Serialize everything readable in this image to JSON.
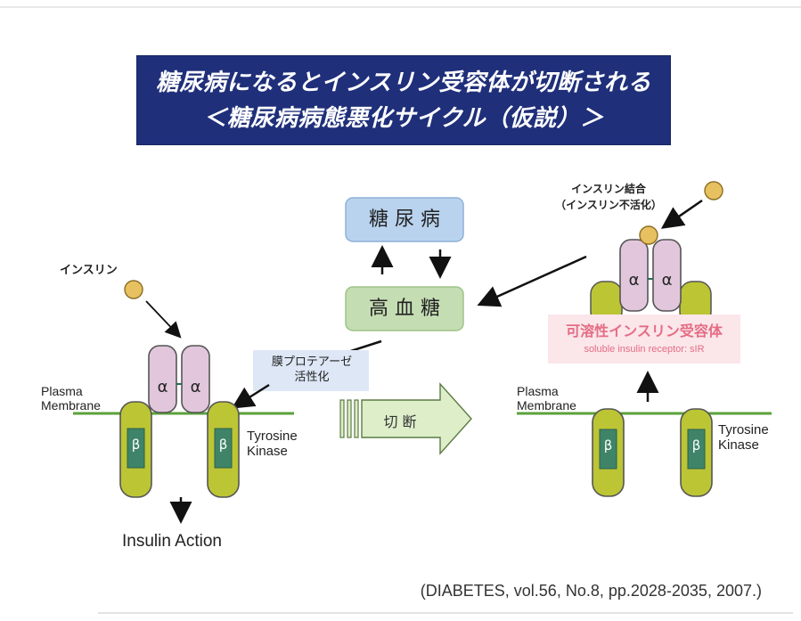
{
  "title": {
    "line1": "糖尿病になるとインスリン受容体が切断される",
    "line2": "＜糖尿病病態悪化サイクル（仮説）＞"
  },
  "cycle": {
    "diabetes": "糖 尿 病",
    "hyperglycemia": "高 血 糖"
  },
  "protease_label": {
    "line1": "膜プロテアーゼ",
    "line2": "活性化"
  },
  "cleavage_label": "切 断",
  "left_receptor": {
    "insulin_label": "インスリン",
    "plasma_line1": "Plasma",
    "plasma_line2": "Membrane",
    "kinase_line1": "Tyrosine",
    "kinase_line2": "Kinase",
    "alpha": "α",
    "beta": "β",
    "action_label": "Insulin Action"
  },
  "right_receptor": {
    "binding_line1": "インスリン結合",
    "binding_line2": "（インスリン不活化）",
    "plasma_line1": "Plasma",
    "plasma_line2": "Membrane",
    "kinase_line1": "Tyrosine",
    "kinase_line2": "Kinase",
    "alpha": "α",
    "beta": "β",
    "soluble_label": "可溶性インスリン受容体",
    "soluble_sub": "soluble insulin receptor: sIR"
  },
  "citation": "(DIABETES, vol.56, No.8, pp.2028-2035, 2007.)",
  "colors": {
    "title_bg": "#1f2f7a",
    "diabetes_box": "#b9d3ee",
    "hyperglycemia_box": "#c5ddb3",
    "alpha_fill": "#e2c7dc",
    "beta_outer": "#bcc534",
    "beta_inner": "#3f8468",
    "membrane": "#5aa23a",
    "insulin": "#e7c060",
    "soluble_text": "#e46d84",
    "protease_box": "#dde7f6",
    "arrow_fill": "#ddeec9"
  }
}
